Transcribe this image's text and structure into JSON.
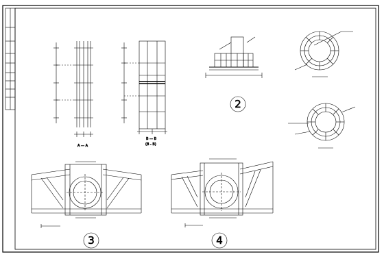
{
  "drawing": {
    "section_a": "A — A",
    "section_b": "B — B",
    "section_b_ref": "(B - B)",
    "detail_2": "2",
    "detail_3": "3",
    "detail_4": "4"
  },
  "colors": {
    "line": "#000000",
    "paper": "#ffffff"
  }
}
